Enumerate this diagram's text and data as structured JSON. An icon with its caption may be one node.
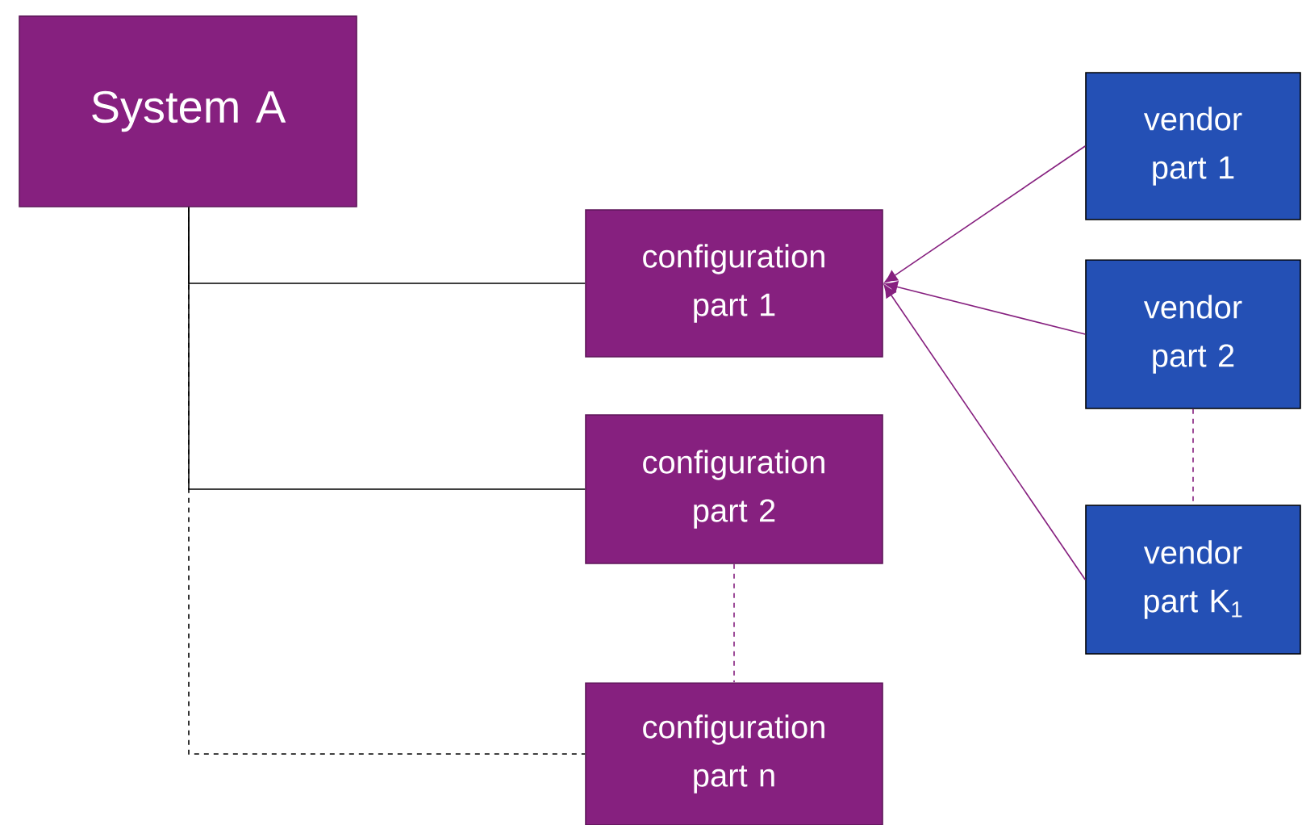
{
  "diagram": {
    "nodes": [
      {
        "text": [
          "System A"
        ]
      },
      {
        "text": [
          "configuration part 1"
        ]
      },
      {
        "text": [
          "configuration part 2"
        ]
      },
      {
        "text": [
          "configuration part n"
        ]
      },
      {
        "text": [
          "vendor part 1"
        ]
      },
      {
        "text": [
          "vendor part 2"
        ]
      },
      {
        "text": [
          "vendor part K$_{1}$"
        ]
      }
    ],
    "edges": [
      {
        "from": 0,
        "to": 1,
        "arrow": "none",
        "color": "#000000"
      },
      {
        "from": 0,
        "to": 2,
        "arrow": "none",
        "color": "#000000"
      },
      {
        "from": 0,
        "to": 3,
        "arrow": "none",
        "color": "#000000",
        "style": "dashed"
      },
      {
        "from": 2,
        "to": 3,
        "arrow": "none",
        "style": "dashed"
      },
      {
        "from": 4,
        "to": 1,
        "arrow": "to"
      },
      {
        "from": 5,
        "to": 1,
        "arrow": "to"
      },
      {
        "from": 6,
        "to": 1,
        "arrow": "to"
      },
      {
        "from": 5,
        "to": 6,
        "arrow": "none",
        "style": "dashed"
      }
    ]
  }
}
